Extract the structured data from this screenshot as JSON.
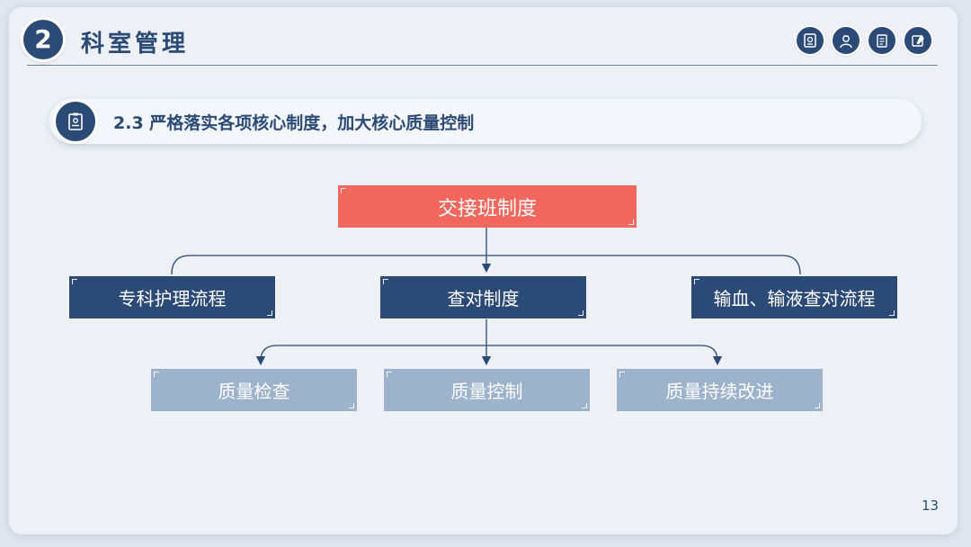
{
  "header": {
    "section_number": "2",
    "section_title": "科室管理",
    "icons": [
      "medical-record-icon",
      "nurse-icon",
      "clipboard-icon",
      "prescription-icon"
    ]
  },
  "subheader": {
    "title": "2.3 严格落实各项核心制度，加大核心质量控制",
    "icon": "clipboard-badge-icon"
  },
  "diagram": {
    "root": "交接班制度",
    "level2": [
      "专科护理流程",
      "查对制度",
      "输血、输液查对流程"
    ],
    "level3": [
      "质量检查",
      "质量控制",
      "质量持续改进"
    ]
  },
  "colors": {
    "navy": "#2b4a76",
    "coral": "#f2675d",
    "light_blue": "#9db3cc",
    "background": "#edf1f6"
  },
  "page_number": "13"
}
